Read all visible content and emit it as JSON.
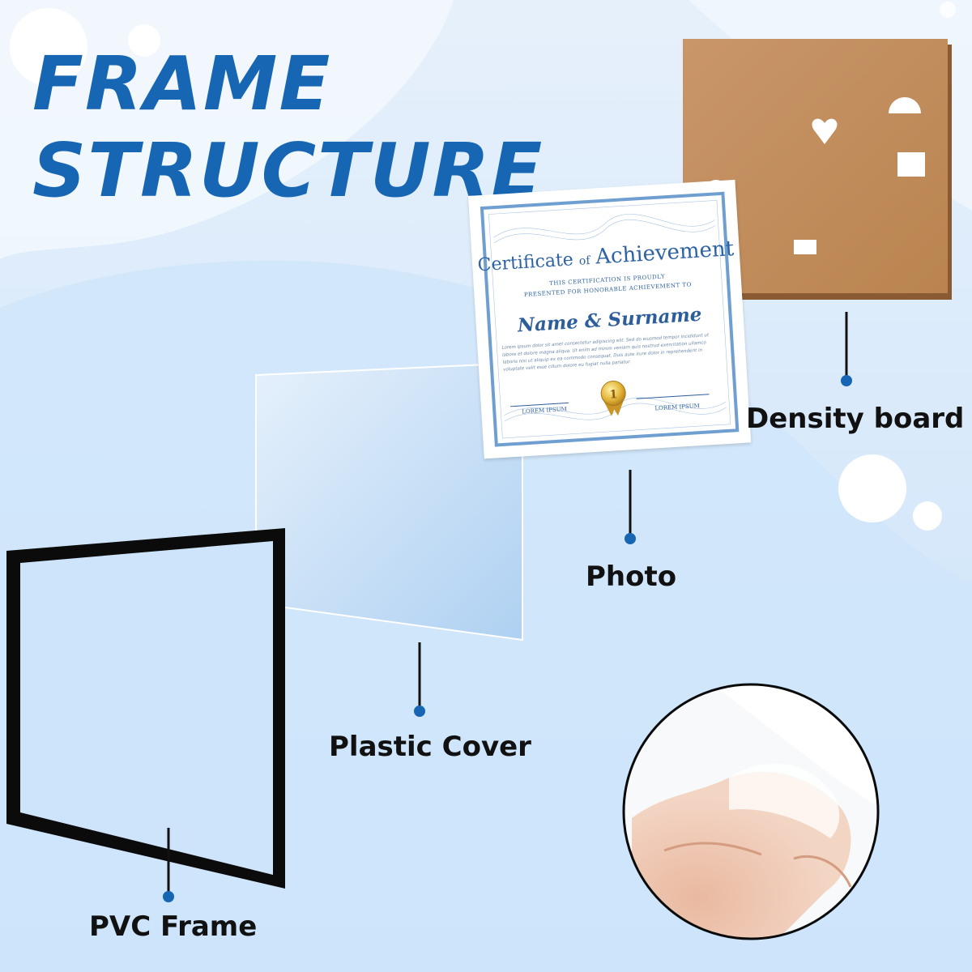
{
  "title": {
    "line1": "FRAME",
    "line2": "STRUCTURE"
  },
  "labels": {
    "density_board": "Density board",
    "photo": "Photo",
    "plastic_cover": "Plastic Cover",
    "pvc_frame": "PVC Frame"
  },
  "certificate": {
    "title_word1": "Certificate",
    "title_word2": "of",
    "title_word3": "Achievement",
    "line1": "THIS CERTIFICATION IS PROUDLY",
    "line2": "PRESENTED FOR HONORABLE ACHIEVEMENT TO",
    "name": "Name & Surname",
    "body": "Lorem ipsum dolor sit amet consectetur adipiscing elit. Sed do eiusmod tempor incididunt ut labore et dolore magna aliqua. Ut enim ad minim veniam quis nostrud exercitation ullamco laboris nisi ut aliquip ex ea commodo consequat. Duis aute irure dolor in reprehenderit in voluptate velit esse cillum dolore eu fugiat nulla pariatur.",
    "sig_left": "LOREM IPSUM",
    "sig_right": "LOREM IPSUM",
    "medal_number": "1"
  },
  "colors": {
    "title": "#1766b3",
    "background": "#dcebfb",
    "marker": "#1766b3",
    "board": "#c4905e",
    "certificate_border": "#6f9fd0"
  }
}
